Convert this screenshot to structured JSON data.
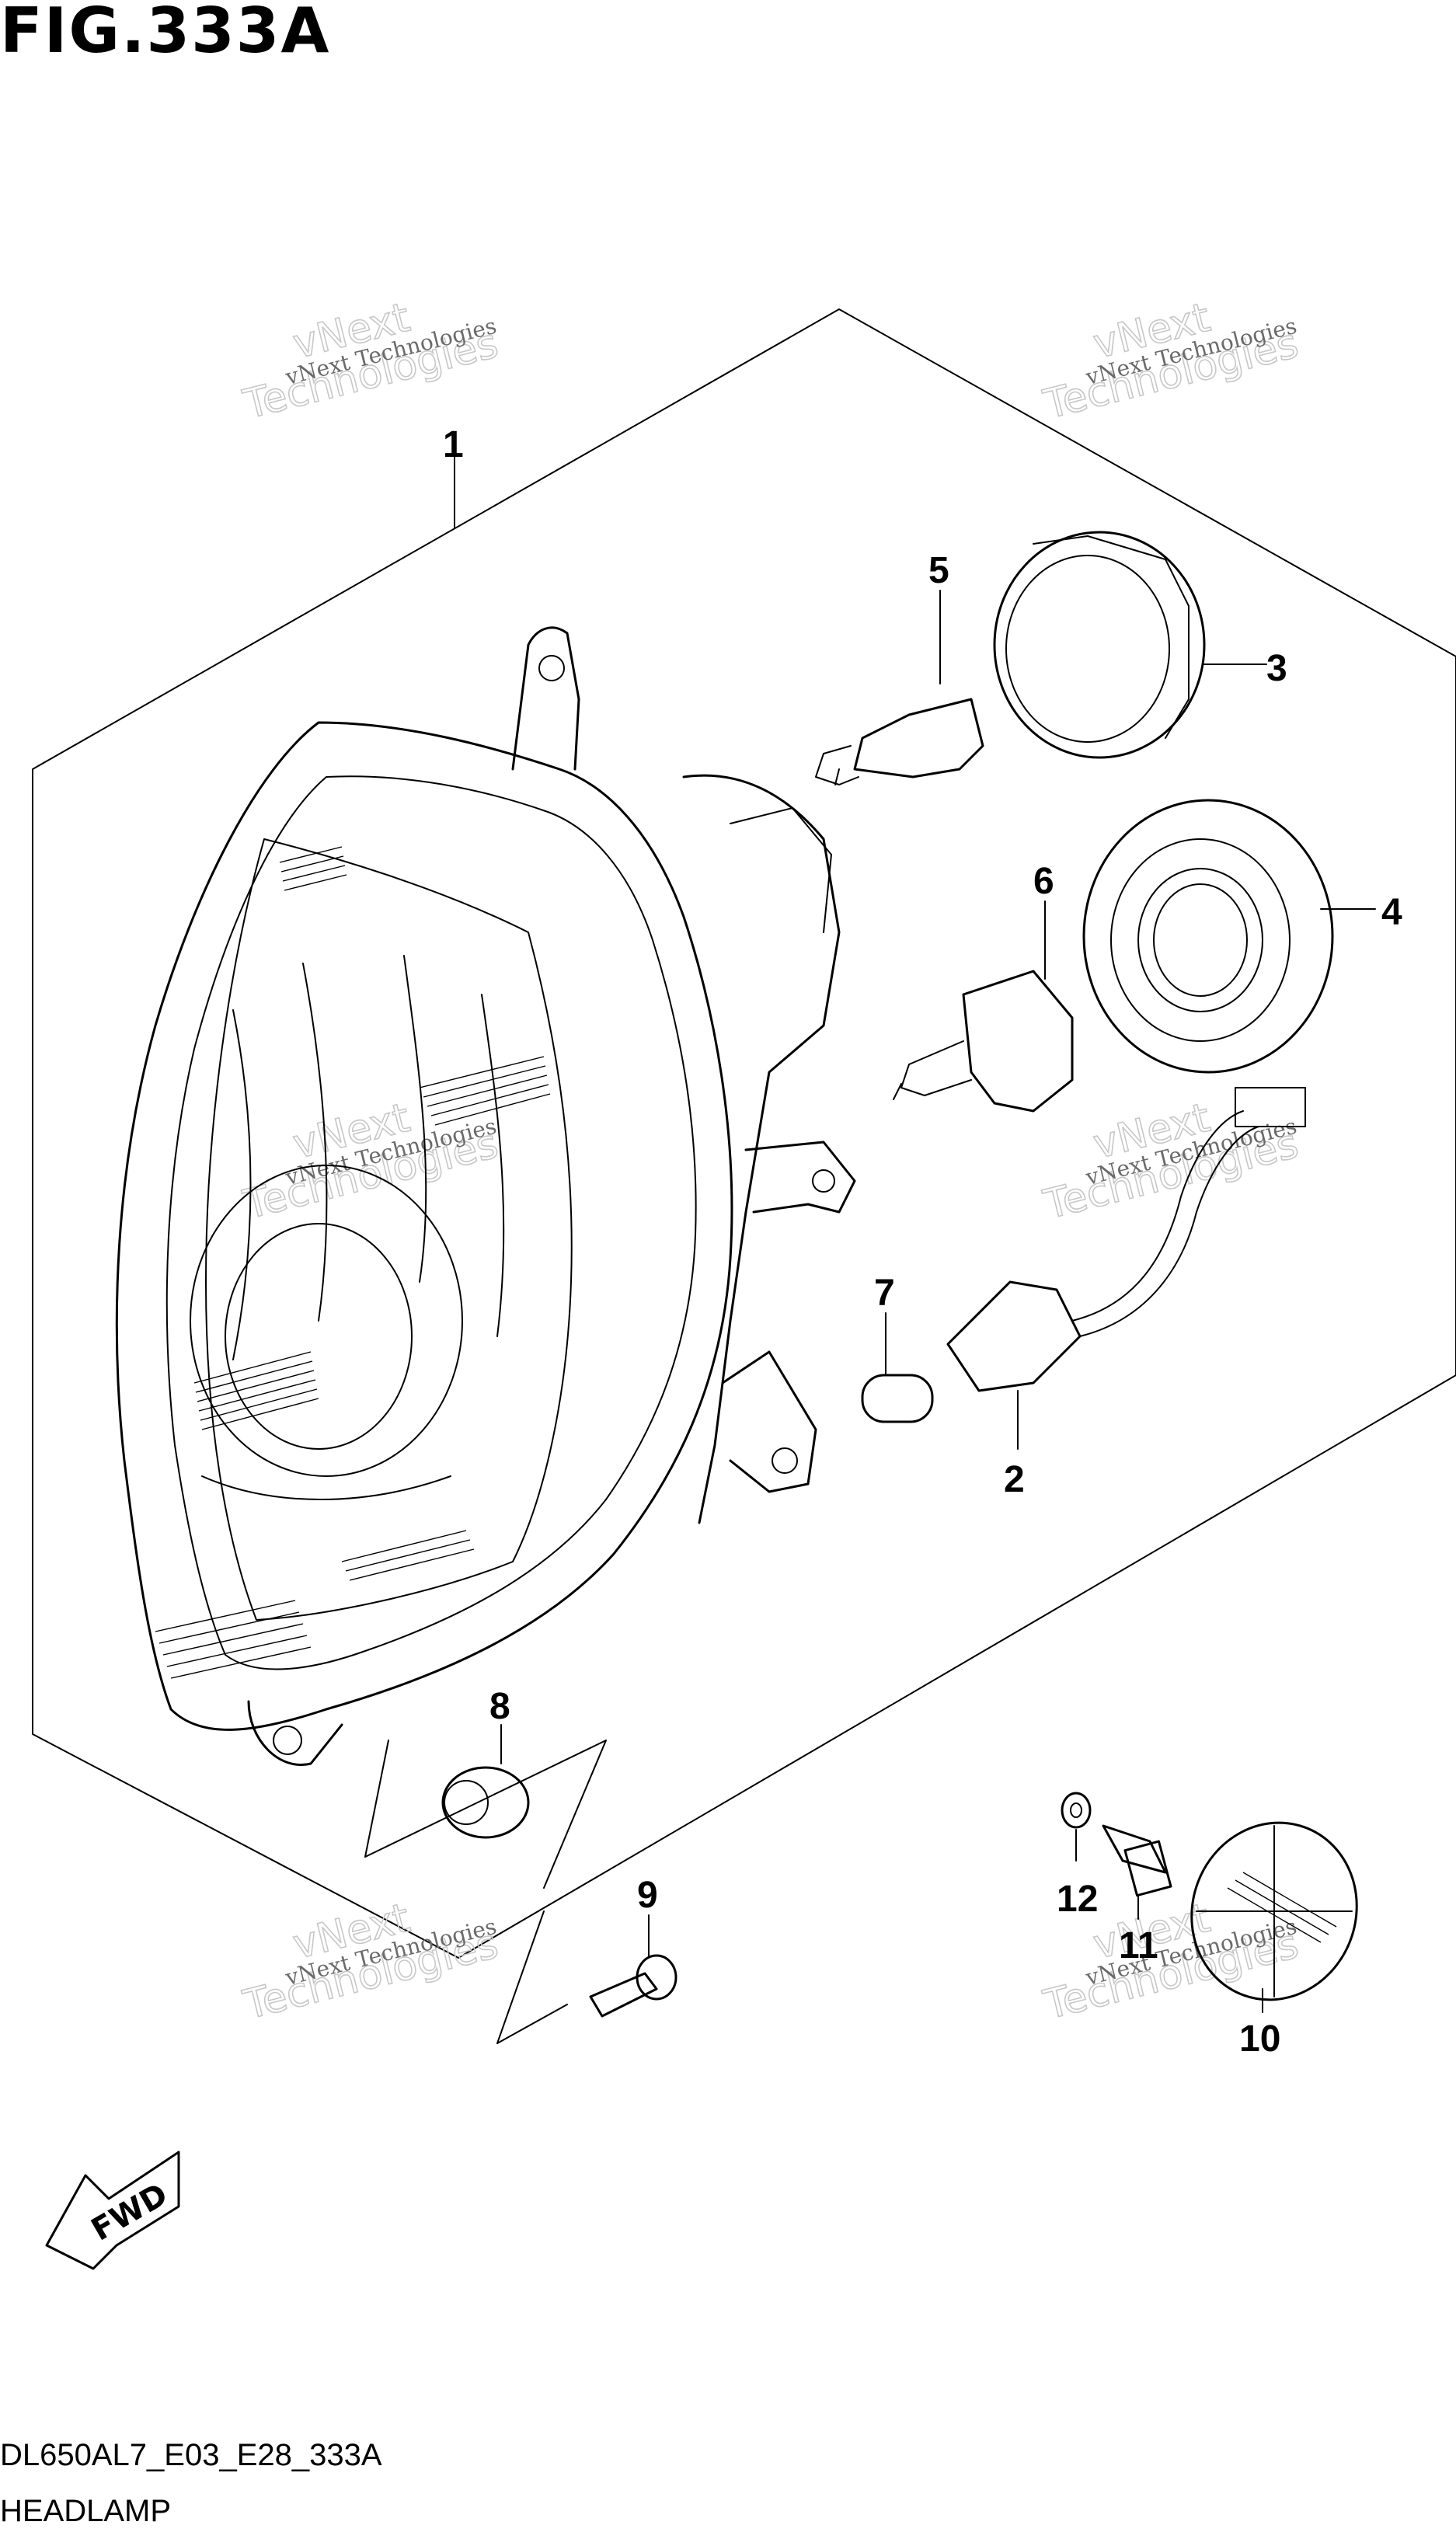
{
  "figure": {
    "title": "FIG.333A",
    "model_code": "DL650AL7_E03_E28_333A",
    "section_name": "HEADLAMP",
    "direction_label": "FWD"
  },
  "callouts": [
    {
      "id": "1",
      "label": "1"
    },
    {
      "id": "2",
      "label": "2"
    },
    {
      "id": "3",
      "label": "3"
    },
    {
      "id": "4",
      "label": "4"
    },
    {
      "id": "5",
      "label": "5"
    },
    {
      "id": "6",
      "label": "6"
    },
    {
      "id": "7",
      "label": "7"
    },
    {
      "id": "8",
      "label": "8"
    },
    {
      "id": "9",
      "label": "9"
    },
    {
      "id": "10",
      "label": "10"
    },
    {
      "id": "11",
      "label": "11"
    },
    {
      "id": "12",
      "label": "12"
    }
  ],
  "watermark": {
    "small": "vNext Technologies",
    "line1": "vNext",
    "line2": "Technologies"
  }
}
